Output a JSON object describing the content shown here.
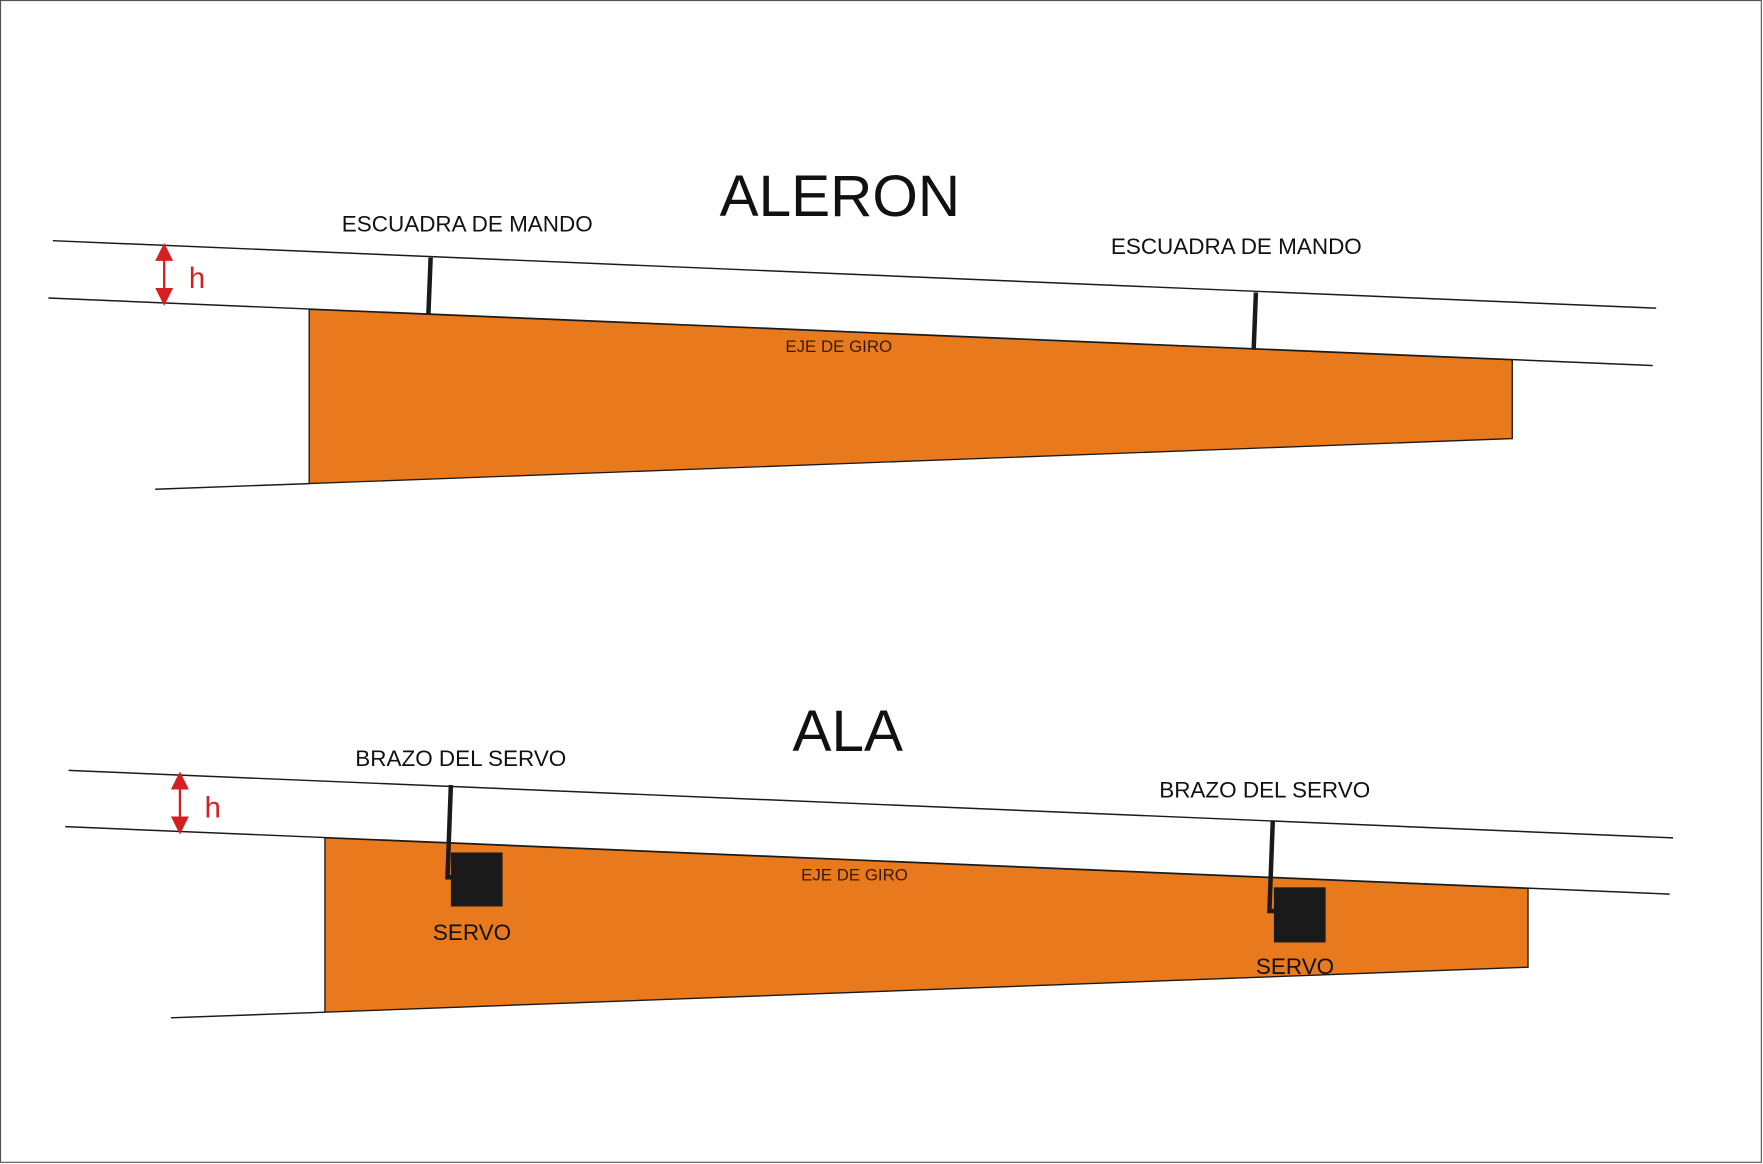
{
  "colors": {
    "surface": "#E8791C",
    "arrow": "#D42020",
    "line": "#1a1a1a"
  },
  "aleron": {
    "title": "ALERON",
    "label_left": "ESCUADRA DE MANDO",
    "label_right": "ESCUADRA DE MANDO",
    "axis": "EJE DE GIRO",
    "h": "h"
  },
  "ala": {
    "title": "ALA",
    "label_left": "BRAZO DEL SERVO",
    "label_right": "BRAZO DEL SERVO",
    "axis": "EJE DE GIRO",
    "servo_left": "SERVO",
    "servo_right": "SERVO",
    "h": "h"
  }
}
